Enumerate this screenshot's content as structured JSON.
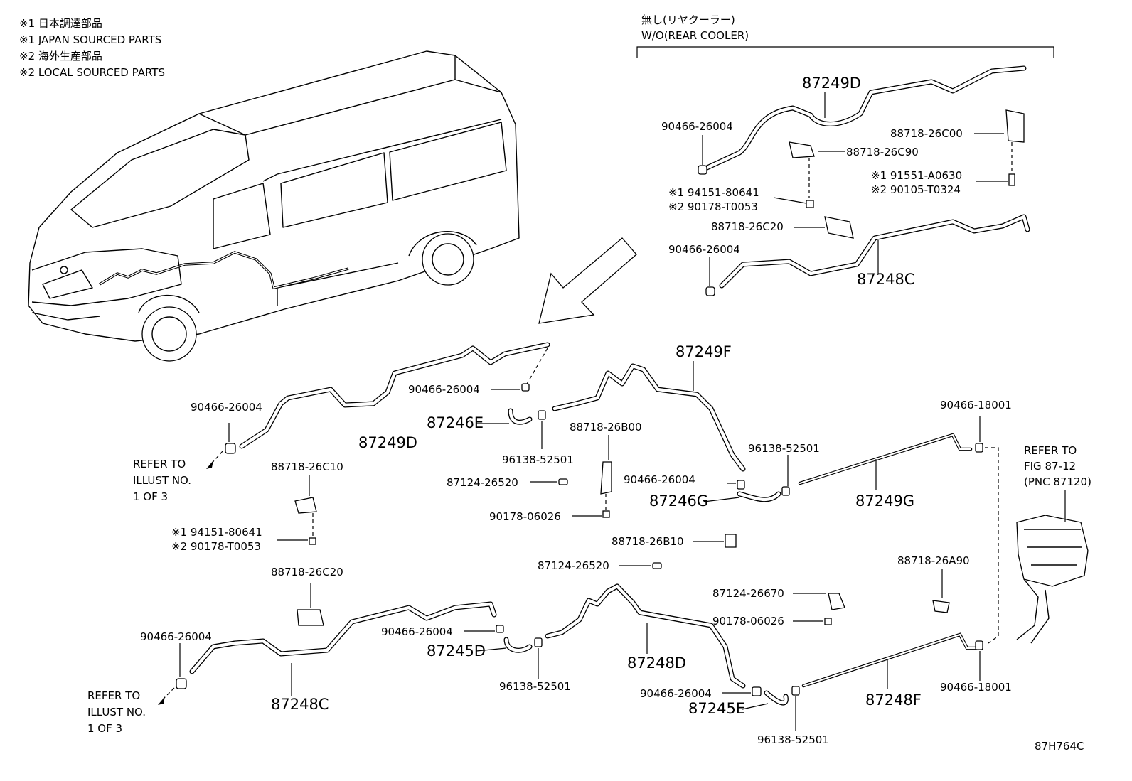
{
  "notes": [
    "※1 日本調達部品",
    "※1 JAPAN SOURCED PARTS",
    "※2 海外生産部品",
    "※2 LOCAL SOURCED PARTS"
  ],
  "variant": {
    "line1": "無し(リヤクーラー)",
    "line2": "W/O(REAR COOLER)"
  },
  "refer_text": {
    "illust_l1": "REFER TO",
    "illust_l2": "ILLUST NO.",
    "illust_l3": "1 OF 3",
    "fig_l1": "REFER TO",
    "fig_l2": "FIG 87-12",
    "fig_l3": "(PNC 87120)"
  },
  "assemblies": {
    "a87249D": "87249D",
    "a87248C": "87248C",
    "a87249F": "87249F",
    "a87246E": "87246E",
    "a87246G": "87246G",
    "a87249G": "87249G",
    "a87245D": "87245D",
    "a87248D": "87248D",
    "a87245E": "87245E",
    "a87248F": "87248F"
  },
  "parts": {
    "p90466_26004": "90466-26004",
    "p88718_26C00": "88718-26C00",
    "p88718_26C90": "88718-26C90",
    "p91551_A0630": "※1 91551-A0630",
    "p90105_T0324": "※2 90105-T0324",
    "p94151_80641": "※1 94151-80641",
    "p90178_T0053": "※2 90178-T0053",
    "p88718_26C20": "88718-26C20",
    "p88718_26C10": "88718-26C10",
    "p96138_52501": "96138-52501",
    "p88718_26B00": "88718-26B00",
    "p87124_26520": "87124-26520",
    "p90178_06026": "90178-06026",
    "p88718_26B10": "88718-26B10",
    "p90466_18001": "90466-18001",
    "p88718_26A90": "88718-26A90",
    "p87124_26670": "87124-26670"
  },
  "figure_code": "87H764C"
}
